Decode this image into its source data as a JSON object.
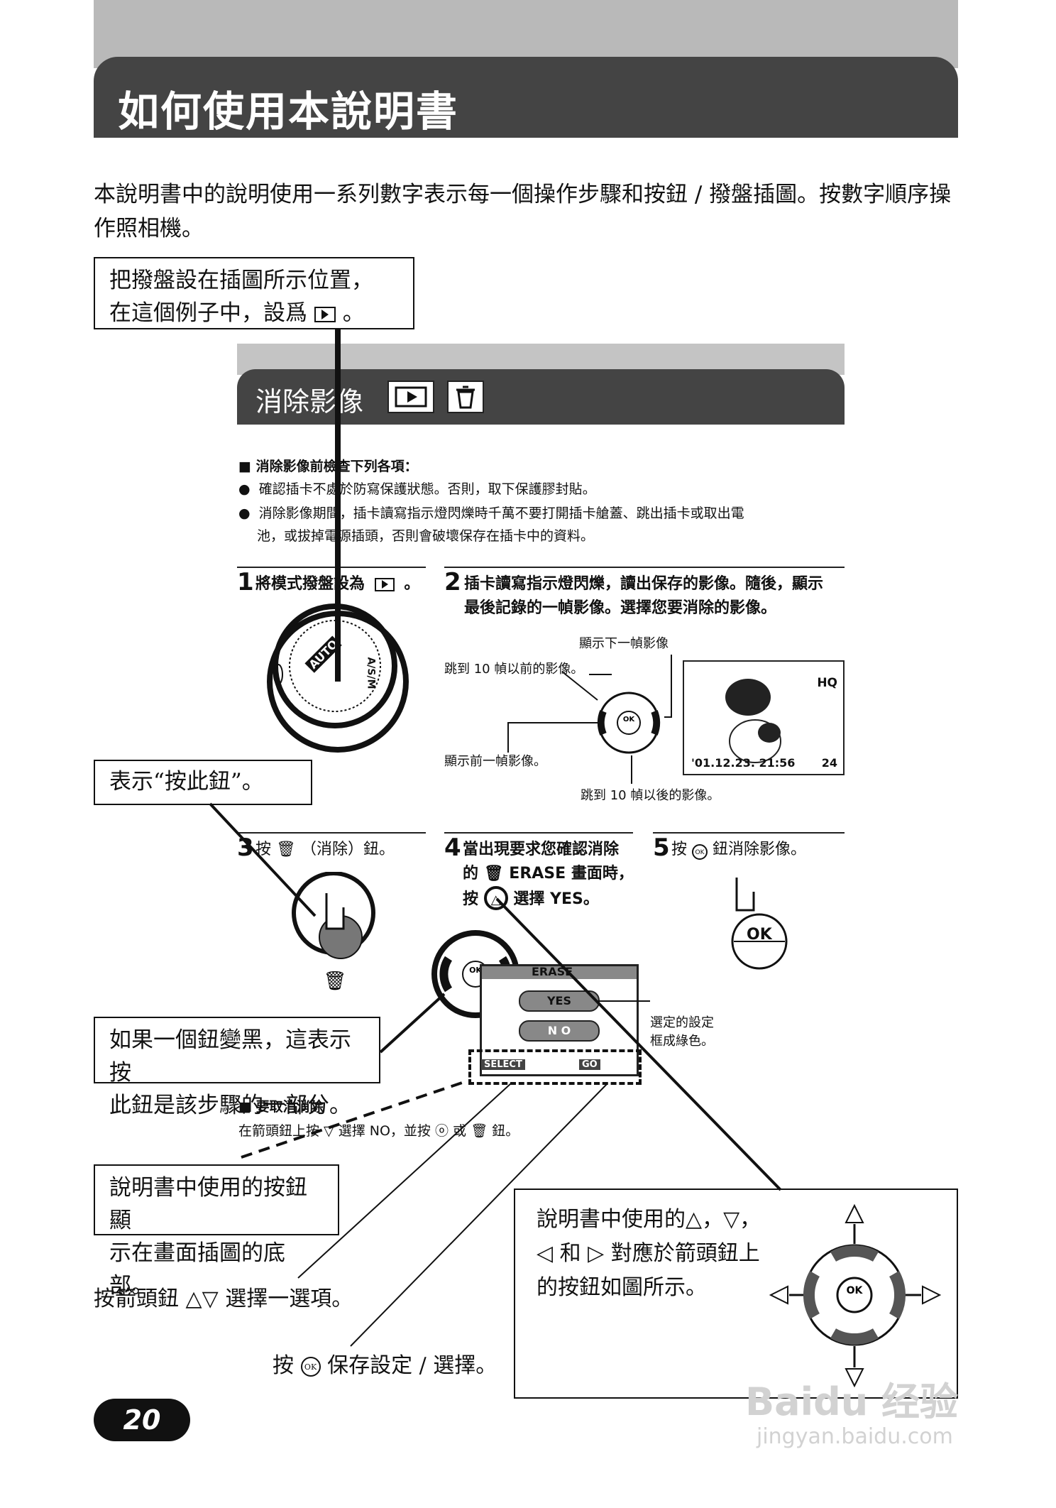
{
  "page": {
    "title": "如何使用本說明書",
    "intro": "本說明書中的說明使用一系列數字表示每一個操作步驟和按鈕 / 撥盤插圖。按數字順序操作照相機。",
    "page_number": "20",
    "watermark_main": "Baidu 经验",
    "watermark_sub": "jingyan.baidu.com"
  },
  "callouts": {
    "dial_line1": "把撥盤設在插圖所示位置，",
    "dial_line2": "在這個例子中，設爲",
    "dial_line2_end": "。",
    "press_button": "表示“按此鈕”。",
    "black_line1": "如果一個鈕變黑，這表示按",
    "black_line2": "此鈕是該步驟的一部分。",
    "bottom_line1": "說明書中使用的按鈕顯",
    "bottom_line2": "示在畫面插圖的底部。",
    "arrows_line1": "說明書中使用的△，▽，",
    "arrows_line2": "◁ 和 ▷ 對應於箭頭鈕上",
    "arrows_line3": "的按鈕如圖所示。",
    "select_option": "按箭頭鈕 △▽ 選擇一選項。",
    "save_pre": "按",
    "save_post": "保存設定 / 選擇。"
  },
  "section": {
    "title": "消除影像",
    "check_heading": "■ 消除影像前檢查下列各項：",
    "bullet1": "確認插卡不處於防寫保護狀態。否則，取下保護膠封貼。",
    "bullet2a": "消除影像期間，插卡讀寫指示燈閃爍時千萬不要打開插卡艙蓋、跳出插卡或取出電",
    "bullet2b": "池，或拔掉電源插頭，否則會破壞保存在插卡中的資料。",
    "step1": "將模式撥盤設為",
    "step1_end": "。",
    "step2a": "插卡讀寫指示燈閃爍，讀出保存的影像。隨後，顯示",
    "step2b": "最後記錄的一幀影像。選擇您要消除的影像。",
    "label_next": "顯示下一幀影像",
    "label_back10": "跳到 10 幀以前的影像。",
    "label_prev": "顯示前一幀影像。",
    "label_fwd10": "跳到 10 幀以後的影像。",
    "lcd_quality": "HQ",
    "lcd_datetime": "'01.12.23. 21:56",
    "lcd_frame": "24",
    "step3": "按",
    "step3_end": "（消除）鈕。",
    "step4a": "當出現要求您確認消除",
    "step4b": "的",
    "step4b_end": "ERASE 畫面時，",
    "step4c": "按",
    "step4c_end": "選擇 YES。",
    "step5": "按",
    "step5_end": "鈕消除影像。",
    "erase_title": "ERASE",
    "yes": "YES",
    "no": "N O",
    "select_label": "SELECT",
    "go_label": "GO",
    "selected_note1": "選定的設定",
    "selected_note2": "框成綠色。",
    "cancel_heading": "■ 要取消消除",
    "cancel_pre": "在箭頭鈕上按",
    "cancel_mid": "選擇 NO，並按",
    "cancel_or": "或",
    "cancel_end": "鈕。",
    "dial_labels": [
      "AUTO",
      "A/S/M"
    ],
    "ok_label": "OK"
  },
  "step_numbers": [
    "1",
    "2",
    "3",
    "4",
    "5"
  ],
  "colors": {
    "title_bar": "#444444",
    "top_band": "#b9b9b9",
    "ink": "#111111"
  }
}
